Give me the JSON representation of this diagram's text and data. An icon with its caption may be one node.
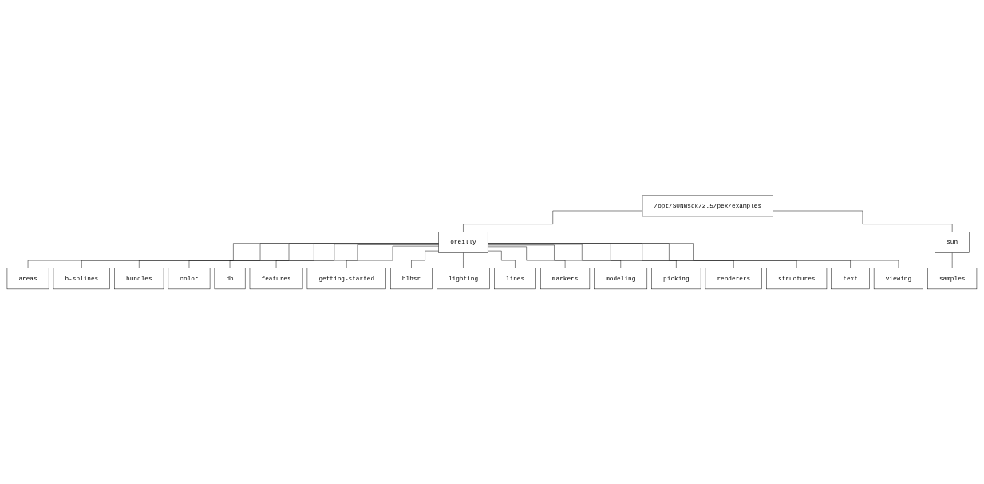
{
  "diagram": {
    "nodes": [
      {
        "text": [
          "/opt/SUNWsdk/2.5/pex/examples"
        ]
      },
      {
        "text": [
          "oreilly"
        ]
      },
      {
        "text": [
          "sun"
        ]
      },
      {
        "text": [
          "areas"
        ]
      },
      {
        "text": [
          "b-splines"
        ]
      },
      {
        "text": [
          "bundles"
        ]
      },
      {
        "text": [
          "color"
        ]
      },
      {
        "text": [
          "db"
        ]
      },
      {
        "text": [
          "features"
        ]
      },
      {
        "text": [
          "getting-started"
        ]
      },
      {
        "text": [
          "hlhsr"
        ]
      },
      {
        "text": [
          "lighting"
        ]
      },
      {
        "text": [
          "lines"
        ]
      },
      {
        "text": [
          "markers"
        ]
      },
      {
        "text": [
          "modeling"
        ]
      },
      {
        "text": [
          "picking"
        ]
      },
      {
        "text": [
          "renderers"
        ]
      },
      {
        "text": [
          "structures"
        ]
      },
      {
        "text": [
          "text"
        ]
      },
      {
        "text": [
          "viewing"
        ]
      },
      {
        "text": [
          "samples"
        ]
      }
    ],
    "edges": [
      {
        "from": 0,
        "to": 1,
        "arrow": "none"
      },
      {
        "from": 0,
        "to": 2,
        "arrow": "none"
      },
      {
        "from": 1,
        "to": 3,
        "arrow": "none"
      },
      {
        "from": 1,
        "to": 4,
        "arrow": "none"
      },
      {
        "from": 1,
        "to": 5,
        "arrow": "none"
      },
      {
        "from": 1,
        "to": 6,
        "arrow": "none"
      },
      {
        "from": 1,
        "to": 7,
        "arrow": "none"
      },
      {
        "from": 1,
        "to": 8,
        "arrow": "none"
      },
      {
        "from": 1,
        "to": 9,
        "arrow": "none"
      },
      {
        "from": 1,
        "to": 10,
        "arrow": "none"
      },
      {
        "from": 1,
        "to": 11,
        "arrow": "none"
      },
      {
        "from": 1,
        "to": 12,
        "arrow": "none"
      },
      {
        "from": 1,
        "to": 13,
        "arrow": "none"
      },
      {
        "from": 1,
        "to": 14,
        "arrow": "none"
      },
      {
        "from": 1,
        "to": 15,
        "arrow": "none"
      },
      {
        "from": 1,
        "to": 16,
        "arrow": "none"
      },
      {
        "from": 1,
        "to": 17,
        "arrow": "none"
      },
      {
        "from": 1,
        "to": 18,
        "arrow": "none"
      },
      {
        "from": 1,
        "to": 19,
        "arrow": "none"
      },
      {
        "from": 2,
        "to": 20,
        "arrow": "none"
      }
    ]
  }
}
